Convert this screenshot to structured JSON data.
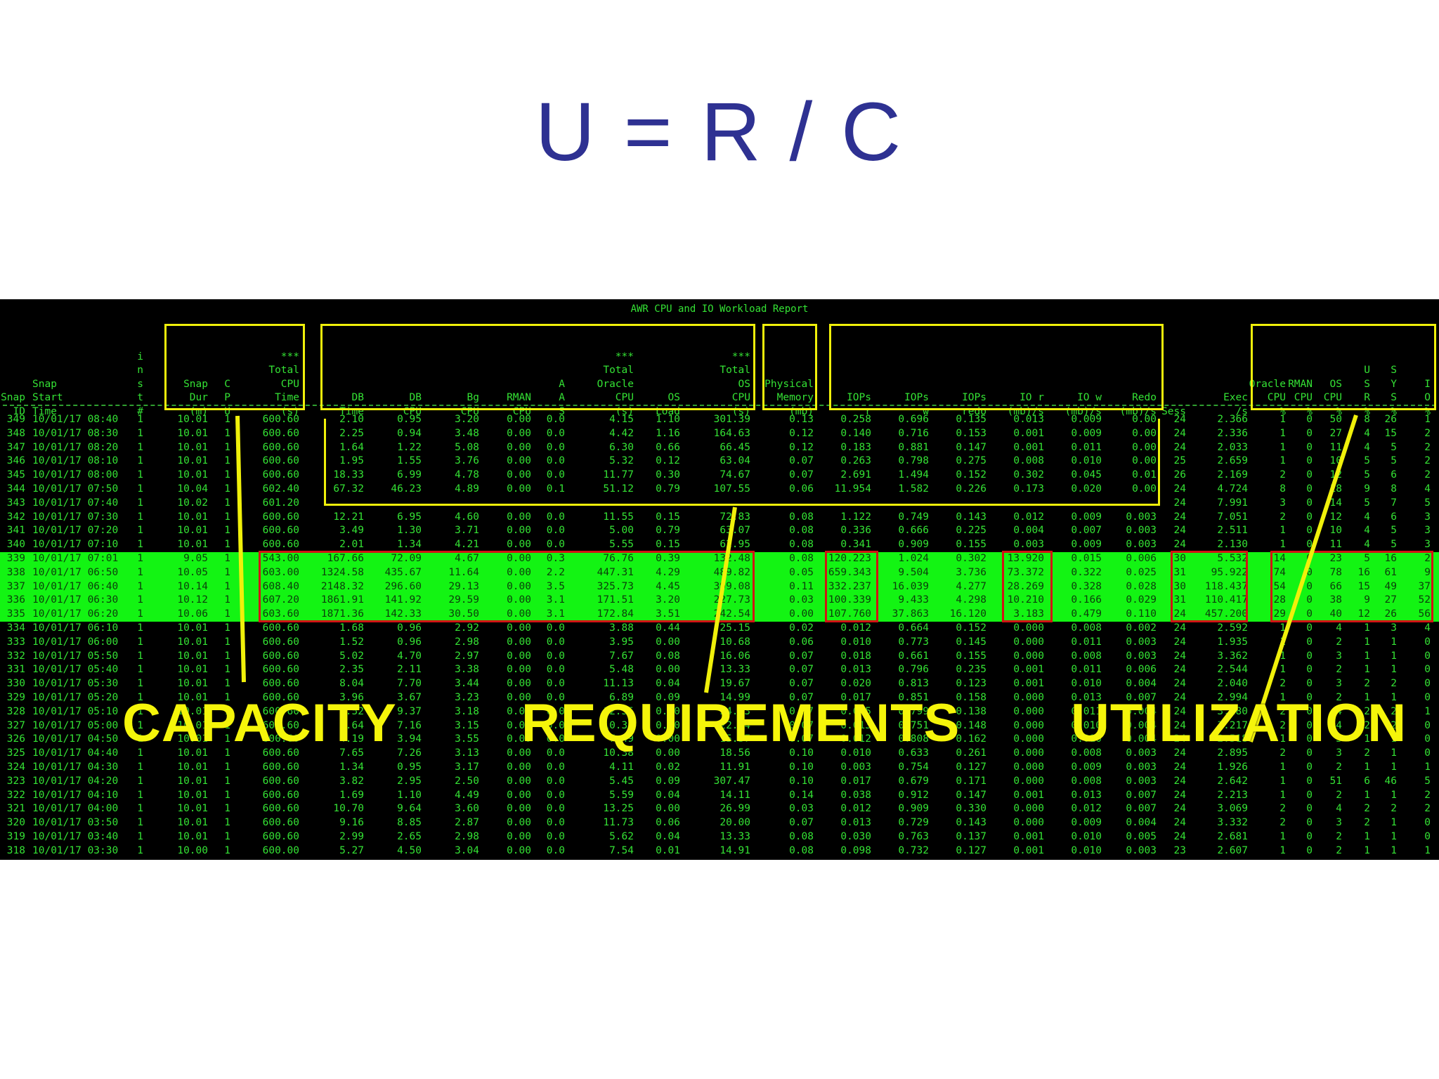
{
  "slide": {
    "title": "U = R / C"
  },
  "report": {
    "title": "AWR CPU and IO Workload Report",
    "headers": [
      [
        "",
        "",
        "Snap",
        "ID"
      ],
      [
        "",
        "Snap",
        "Start",
        "Time"
      ],
      [
        "i",
        "n",
        "s",
        "t",
        "#"
      ],
      [
        "",
        "Snap",
        "Dur",
        "(m)"
      ],
      [
        "",
        "C",
        "P",
        "U"
      ],
      [
        "***",
        "Total",
        "CPU",
        "Time",
        "(s)"
      ],
      [
        "",
        "DB",
        "Time"
      ],
      [
        "",
        "DB",
        "CPU"
      ],
      [
        "",
        "Bg",
        "CPU"
      ],
      [
        "",
        "RMAN",
        "CPU"
      ],
      [
        "A",
        "A",
        "S"
      ],
      [
        "***",
        "Total",
        "Oracle",
        "CPU",
        "(s)"
      ],
      [
        "",
        "OS",
        "Load"
      ],
      [
        "***",
        "Total",
        "OS",
        "CPU",
        "(s)"
      ],
      [
        "Physical",
        "Memory",
        "(mb)"
      ],
      [
        "",
        "IOPs",
        "r"
      ],
      [
        "",
        "IOPs",
        "w"
      ],
      [
        "",
        "IOPs",
        "redo"
      ],
      [
        "",
        "IO r",
        "(mb)/s"
      ],
      [
        "",
        "IO w",
        "(mb)/s"
      ],
      [
        "",
        "Redo",
        "(mb)/s"
      ],
      [
        "",
        "Sess"
      ],
      [
        "",
        "Exec",
        "/s"
      ],
      [
        "Oracle",
        "CPU",
        "%"
      ],
      [
        "RMAN",
        "CPU",
        "%"
      ],
      [
        "OS",
        "CPU",
        "%"
      ],
      [
        "U",
        "S",
        "R",
        "%"
      ],
      [
        "S",
        "Y",
        "S",
        "%"
      ],
      [
        "I",
        "O",
        "%"
      ]
    ],
    "rows": [
      [
        "349",
        "10/01/17 08:40",
        "1",
        "10.01",
        "1",
        "600.60",
        "2.10",
        "0.95",
        "3.20",
        "0.00",
        "0.0",
        "4.15",
        "1.10",
        "301.39",
        "0.13",
        "0.258",
        "0.696",
        "0.135",
        "0.013",
        "0.009",
        "0.00",
        "24",
        "2.366",
        "1",
        "0",
        "50",
        "8",
        "26",
        "1"
      ],
      [
        "348",
        "10/01/17 08:30",
        "1",
        "10.01",
        "1",
        "600.60",
        "2.25",
        "0.94",
        "3.48",
        "0.00",
        "0.0",
        "4.42",
        "1.16",
        "164.63",
        "0.12",
        "0.140",
        "0.716",
        "0.153",
        "0.001",
        "0.009",
        "0.00",
        "24",
        "2.336",
        "1",
        "0",
        "27",
        "4",
        "15",
        "2"
      ],
      [
        "347",
        "10/01/17 08:20",
        "1",
        "10.01",
        "1",
        "600.60",
        "1.64",
        "1.22",
        "5.08",
        "0.00",
        "0.0",
        "6.30",
        "0.66",
        "66.45",
        "0.12",
        "0.183",
        "0.881",
        "0.147",
        "0.001",
        "0.011",
        "0.00",
        "24",
        "2.033",
        "1",
        "0",
        "11",
        "4",
        "5",
        "2"
      ],
      [
        "346",
        "10/01/17 08:10",
        "1",
        "10.01",
        "1",
        "600.60",
        "1.95",
        "1.55",
        "3.76",
        "0.00",
        "0.0",
        "5.32",
        "0.12",
        "63.04",
        "0.07",
        "0.263",
        "0.798",
        "0.275",
        "0.008",
        "0.010",
        "0.00",
        "25",
        "2.659",
        "1",
        "0",
        "10",
        "5",
        "5",
        "2"
      ],
      [
        "345",
        "10/01/17 08:00",
        "1",
        "10.01",
        "1",
        "600.60",
        "18.33",
        "6.99",
        "4.78",
        "0.00",
        "0.0",
        "11.77",
        "0.30",
        "74.67",
        "0.07",
        "2.691",
        "1.494",
        "0.152",
        "0.302",
        "0.045",
        "0.01",
        "26",
        "2.169",
        "2",
        "0",
        "12",
        "5",
        "6",
        "2"
      ],
      [
        "344",
        "10/01/17 07:50",
        "1",
        "10.04",
        "1",
        "602.40",
        "67.32",
        "46.23",
        "4.89",
        "0.00",
        "0.1",
        "51.12",
        "0.79",
        "107.55",
        "0.06",
        "11.954",
        "1.582",
        "0.226",
        "0.173",
        "0.020",
        "0.00",
        "24",
        "4.724",
        "8",
        "0",
        "18",
        "9",
        "8",
        "4"
      ],
      [
        "343",
        "10/01/17 07:40",
        "1",
        "10.02",
        "1",
        "601.20",
        "",
        "",
        "",
        "",
        "",
        "",
        "",
        "",
        "",
        "",
        "",
        "",
        "",
        "",
        "",
        "24",
        "7.991",
        "3",
        "0",
        "14",
        "5",
        "7",
        "5"
      ],
      [
        "342",
        "10/01/17 07:30",
        "1",
        "10.01",
        "1",
        "600.60",
        "12.21",
        "6.95",
        "4.60",
        "0.00",
        "0.0",
        "11.55",
        "0.15",
        "72.83",
        "0.08",
        "1.122",
        "0.749",
        "0.143",
        "0.012",
        "0.009",
        "0.003",
        "24",
        "7.051",
        "2",
        "0",
        "12",
        "4",
        "6",
        "3"
      ],
      [
        "341",
        "10/01/17 07:20",
        "1",
        "10.01",
        "1",
        "600.60",
        "3.49",
        "1.30",
        "3.71",
        "0.00",
        "0.0",
        "5.00",
        "0.79",
        "63.07",
        "0.08",
        "0.336",
        "0.666",
        "0.225",
        "0.004",
        "0.007",
        "0.003",
        "24",
        "2.511",
        "1",
        "0",
        "10",
        "4",
        "5",
        "3"
      ],
      [
        "340",
        "10/01/17 07:10",
        "1",
        "10.01",
        "1",
        "600.60",
        "2.01",
        "1.34",
        "4.21",
        "0.00",
        "0.0",
        "5.55",
        "0.15",
        "62.95",
        "0.08",
        "0.341",
        "0.909",
        "0.155",
        "0.003",
        "0.009",
        "0.003",
        "24",
        "2.130",
        "1",
        "0",
        "11",
        "4",
        "5",
        "3"
      ],
      [
        "339",
        "10/01/17 07:01",
        "1",
        "9.05",
        "1",
        "543.00",
        "167.66",
        "72.09",
        "4.67",
        "0.00",
        "0.3",
        "76.76",
        "0.39",
        "132.48",
        "0.08",
        "120.223",
        "1.024",
        "0.302",
        "13.920",
        "0.015",
        "0.006",
        "30",
        "5.532",
        "14",
        "0",
        "23",
        "5",
        "16",
        "2"
      ],
      [
        "338",
        "10/01/17 06:50",
        "1",
        "10.05",
        "1",
        "603.00",
        "1324.58",
        "435.67",
        "11.64",
        "0.00",
        "2.2",
        "447.31",
        "4.29",
        "489.82",
        "0.05",
        "659.343",
        "9.504",
        "3.736",
        "73.372",
        "0.322",
        "0.025",
        "31",
        "95.922",
        "74",
        "0",
        "78",
        "16",
        "61",
        "9"
      ],
      [
        "337",
        "10/01/17 06:40",
        "1",
        "10.14",
        "1",
        "608.40",
        "2148.32",
        "296.60",
        "29.13",
        "0.00",
        "3.5",
        "325.73",
        "4.45",
        "399.08",
        "0.11",
        "332.237",
        "16.039",
        "4.277",
        "28.269",
        "0.328",
        "0.028",
        "30",
        "118.437",
        "54",
        "0",
        "66",
        "15",
        "49",
        "37"
      ],
      [
        "336",
        "10/01/17 06:30",
        "1",
        "10.12",
        "1",
        "607.20",
        "1861.91",
        "141.92",
        "29.59",
        "0.00",
        "3.1",
        "171.51",
        "3.20",
        "227.73",
        "0.03",
        "100.339",
        "9.433",
        "4.298",
        "10.210",
        "0.166",
        "0.029",
        "31",
        "110.417",
        "28",
        "0",
        "38",
        "9",
        "27",
        "52"
      ],
      [
        "335",
        "10/01/17 06:20",
        "1",
        "10.06",
        "1",
        "603.60",
        "1871.36",
        "142.33",
        "30.50",
        "0.00",
        "3.1",
        "172.84",
        "3.51",
        "242.54",
        "0.00",
        "107.760",
        "37.863",
        "16.120",
        "3.183",
        "0.479",
        "0.110",
        "24",
        "457.200",
        "29",
        "0",
        "40",
        "12",
        "26",
        "56"
      ],
      [
        "334",
        "10/01/17 06:10",
        "1",
        "10.01",
        "1",
        "600.60",
        "1.68",
        "0.96",
        "2.92",
        "0.00",
        "0.0",
        "3.88",
        "0.44",
        "25.15",
        "0.02",
        "0.012",
        "0.664",
        "0.152",
        "0.000",
        "0.008",
        "0.002",
        "24",
        "2.592",
        "1",
        "0",
        "4",
        "1",
        "3",
        "4"
      ],
      [
        "333",
        "10/01/17 06:00",
        "1",
        "10.01",
        "1",
        "600.60",
        "1.52",
        "0.96",
        "2.98",
        "0.00",
        "0.0",
        "3.95",
        "0.00",
        "10.68",
        "0.06",
        "0.010",
        "0.773",
        "0.145",
        "0.000",
        "0.011",
        "0.003",
        "24",
        "1.935",
        "1",
        "0",
        "2",
        "1",
        "1",
        "0"
      ],
      [
        "332",
        "10/01/17 05:50",
        "1",
        "10.01",
        "1",
        "600.60",
        "5.02",
        "4.70",
        "2.97",
        "0.00",
        "0.0",
        "7.67",
        "0.08",
        "16.06",
        "0.07",
        "0.018",
        "0.661",
        "0.155",
        "0.000",
        "0.008",
        "0.003",
        "24",
        "3.362",
        "1",
        "0",
        "3",
        "1",
        "1",
        "0"
      ],
      [
        "331",
        "10/01/17 05:40",
        "1",
        "10.01",
        "1",
        "600.60",
        "2.35",
        "2.11",
        "3.38",
        "0.00",
        "0.0",
        "5.48",
        "0.00",
        "13.33",
        "0.07",
        "0.013",
        "0.796",
        "0.235",
        "0.001",
        "0.011",
        "0.006",
        "24",
        "2.544",
        "1",
        "0",
        "2",
        "1",
        "1",
        "0"
      ],
      [
        "330",
        "10/01/17 05:30",
        "1",
        "10.01",
        "1",
        "600.60",
        "8.04",
        "7.70",
        "3.44",
        "0.00",
        "0.0",
        "11.13",
        "0.04",
        "19.67",
        "0.07",
        "0.020",
        "0.813",
        "0.123",
        "0.001",
        "0.010",
        "0.004",
        "24",
        "2.040",
        "2",
        "0",
        "3",
        "2",
        "2",
        "0"
      ],
      [
        "329",
        "10/01/17 05:20",
        "1",
        "10.01",
        "1",
        "600.60",
        "3.96",
        "3.67",
        "3.23",
        "0.00",
        "0.0",
        "6.89",
        "0.09",
        "14.99",
        "0.07",
        "0.017",
        "0.851",
        "0.158",
        "0.000",
        "0.013",
        "0.007",
        "24",
        "2.994",
        "1",
        "0",
        "2",
        "1",
        "1",
        "0"
      ],
      [
        "328",
        "10/01/17 05:10",
        "1",
        "10.01",
        "1",
        "600.60",
        "9.52",
        "9.37",
        "3.18",
        "0.00",
        "0.0",
        "12.55",
        "0.00",
        "24.03",
        "0.07",
        "0.015",
        "0.799",
        "0.138",
        "0.000",
        "0.011",
        "0.004",
        "24",
        "3.180",
        "2",
        "0",
        "4",
        "2",
        "2",
        "1"
      ],
      [
        "327",
        "10/01/17 05:00",
        "1",
        "10.01",
        "1",
        "600.60",
        "7.64",
        "7.16",
        "3.15",
        "0.00",
        "0.0",
        "10.31",
        "0.00",
        "22.64",
        "0.07",
        "0.013",
        "0.751",
        "0.148",
        "0.000",
        "0.010",
        "0.004",
        "24",
        "3.217",
        "2",
        "0",
        "4",
        "2",
        "2",
        "0"
      ],
      [
        "326",
        "10/01/17 04:50",
        "1",
        "10.01",
        "1",
        "600.60",
        "4.19",
        "3.94",
        "3.55",
        "0.00",
        "0.0",
        "7.49",
        "0.00",
        "15.57",
        "0.07",
        "0.012",
        "0.808",
        "0.162",
        "0.000",
        "0.010",
        "0.004",
        "24",
        "2.518",
        "1",
        "0",
        "3",
        "1",
        "1",
        "0"
      ],
      [
        "325",
        "10/01/17 04:40",
        "1",
        "10.01",
        "1",
        "600.60",
        "7.65",
        "7.26",
        "3.13",
        "0.00",
        "0.0",
        "10.38",
        "0.00",
        "18.56",
        "0.10",
        "0.010",
        "0.633",
        "0.261",
        "0.000",
        "0.008",
        "0.003",
        "24",
        "2.895",
        "2",
        "0",
        "3",
        "2",
        "1",
        "0"
      ],
      [
        "324",
        "10/01/17 04:30",
        "1",
        "10.01",
        "1",
        "600.60",
        "1.34",
        "0.95",
        "3.17",
        "0.00",
        "0.0",
        "4.11",
        "0.02",
        "11.91",
        "0.10",
        "0.003",
        "0.754",
        "0.127",
        "0.000",
        "0.009",
        "0.003",
        "24",
        "1.926",
        "1",
        "0",
        "2",
        "1",
        "1",
        "1"
      ],
      [
        "323",
        "10/01/17 04:20",
        "1",
        "10.01",
        "1",
        "600.60",
        "3.82",
        "2.95",
        "2.50",
        "0.00",
        "0.0",
        "5.45",
        "0.09",
        "307.47",
        "0.10",
        "0.017",
        "0.679",
        "0.171",
        "0.000",
        "0.008",
        "0.003",
        "24",
        "2.642",
        "1",
        "0",
        "51",
        "6",
        "46",
        "5"
      ],
      [
        "322",
        "10/01/17 04:10",
        "1",
        "10.01",
        "1",
        "600.60",
        "1.69",
        "1.10",
        "4.49",
        "0.00",
        "0.0",
        "5.59",
        "0.04",
        "14.11",
        "0.14",
        "0.038",
        "0.912",
        "0.147",
        "0.001",
        "0.013",
        "0.007",
        "24",
        "2.213",
        "1",
        "0",
        "2",
        "1",
        "1",
        "2"
      ],
      [
        "321",
        "10/01/17 04:00",
        "1",
        "10.01",
        "1",
        "600.60",
        "10.70",
        "9.64",
        "3.60",
        "0.00",
        "0.0",
        "13.25",
        "0.00",
        "26.99",
        "0.03",
        "0.012",
        "0.909",
        "0.330",
        "0.000",
        "0.012",
        "0.007",
        "24",
        "3.069",
        "2",
        "0",
        "4",
        "2",
        "2",
        "2"
      ],
      [
        "320",
        "10/01/17 03:50",
        "1",
        "10.01",
        "1",
        "600.60",
        "9.16",
        "8.85",
        "2.87",
        "0.00",
        "0.0",
        "11.73",
        "0.06",
        "20.00",
        "0.07",
        "0.013",
        "0.729",
        "0.143",
        "0.000",
        "0.009",
        "0.004",
        "24",
        "3.332",
        "2",
        "0",
        "3",
        "2",
        "1",
        "0"
      ],
      [
        "319",
        "10/01/17 03:40",
        "1",
        "10.01",
        "1",
        "600.60",
        "2.99",
        "2.65",
        "2.98",
        "0.00",
        "0.0",
        "5.62",
        "0.04",
        "13.33",
        "0.08",
        "0.030",
        "0.763",
        "0.137",
        "0.001",
        "0.010",
        "0.005",
        "24",
        "2.681",
        "1",
        "0",
        "2",
        "1",
        "1",
        "0"
      ],
      [
        "318",
        "10/01/17 03:30",
        "1",
        "10.00",
        "1",
        "600.00",
        "5.27",
        "4.50",
        "3.04",
        "0.00",
        "0.0",
        "7.54",
        "0.01",
        "14.91",
        "0.08",
        "0.098",
        "0.732",
        "0.127",
        "0.001",
        "0.010",
        "0.003",
        "23",
        "2.607",
        "1",
        "0",
        "2",
        "1",
        "1",
        "1"
      ]
    ],
    "highlight_rows": [
      "339",
      "338",
      "337",
      "336",
      "335"
    ],
    "highlight_color": "#13f413",
    "text_color": "#34e234",
    "box_colors": {
      "group": "#f0f00a",
      "spike": "#d21414"
    }
  },
  "annotations": {
    "capacity": "CAPACITY",
    "requirements": "REQUIREMENTS",
    "utilization": "UTILIZATION",
    "color": "#f5f50a"
  }
}
